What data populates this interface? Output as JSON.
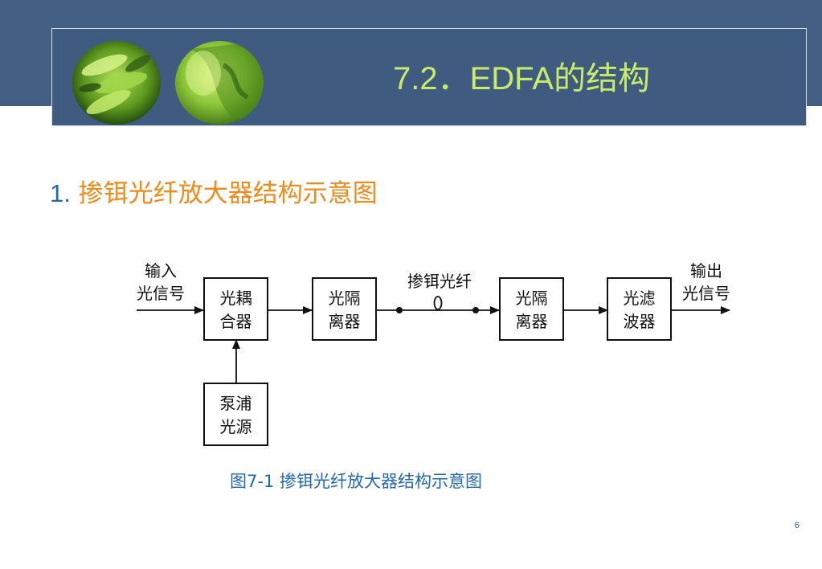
{
  "slide": {
    "title": "7.2．EDFA的结构",
    "heading_number": "1.",
    "heading_text": "掺铒光纤放大器结构示意图",
    "caption": "图7-1 掺铒光纤放大器结构示意图",
    "page_number": "6"
  },
  "diagram": {
    "input_label": [
      "输入",
      "光信号"
    ],
    "output_label": [
      "输出",
      "光信号"
    ],
    "fiber_label": "掺铒光纤",
    "blocks": {
      "coupler": [
        "光耦",
        "合器"
      ],
      "isolator1": [
        "光隔",
        "离器"
      ],
      "isolator2": [
        "光隔",
        "离器"
      ],
      "filter": [
        "光滤",
        "波器"
      ],
      "pump": [
        "泵浦",
        "光源"
      ]
    }
  },
  "colors": {
    "header_bg": "#435f84",
    "title": "#c8ec6a",
    "heading_number": "#1f68b4",
    "heading_text": "#f28a18",
    "caption": "#1f68b4"
  }
}
